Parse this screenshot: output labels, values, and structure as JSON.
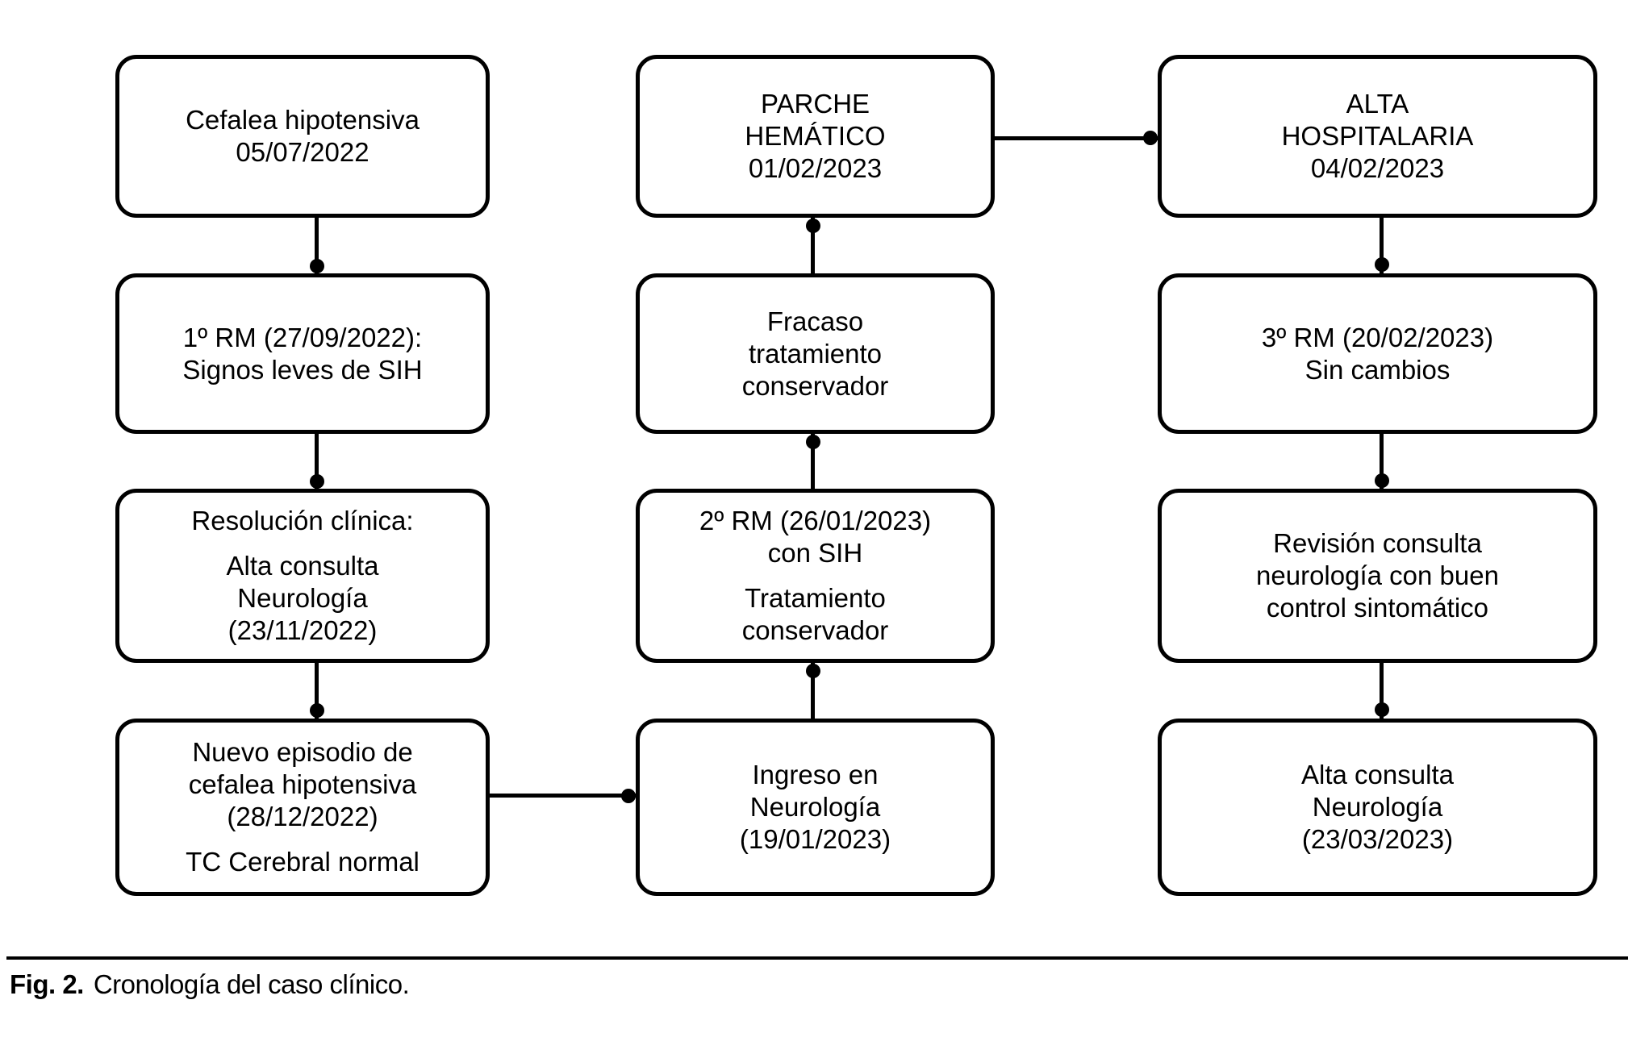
{
  "figure": {
    "caption_label": "Fig. 2.",
    "caption_text": "Cronología del caso clínico.",
    "colors": {
      "ink": "#000000",
      "background": "#ffffff"
    }
  },
  "nodes": [
    {
      "id": "cefalea-hipotensiva",
      "column": 1,
      "row": 1,
      "paragraphs": [
        "Cefalea hipotensiva\n05/07/2022"
      ]
    },
    {
      "id": "rm-1",
      "column": 1,
      "row": 2,
      "paragraphs": [
        "1º RM (27/09/2022):\nSignos leves de SIH"
      ]
    },
    {
      "id": "resolucion-clinica",
      "column": 1,
      "row": 3,
      "paragraphs": [
        "Resolución clínica:",
        "Alta consulta\nNeurología\n(23/11/2022)"
      ]
    },
    {
      "id": "nuevo-episodio",
      "column": 1,
      "row": 4,
      "paragraphs": [
        "Nuevo episodio de\ncefalea hipotensiva\n(28/12/2022)",
        "TC Cerebral normal"
      ]
    },
    {
      "id": "parche-hematico",
      "column": 2,
      "row": 1,
      "paragraphs": [
        "PARCHE\nHEMÁTICO\n01/02/2023"
      ]
    },
    {
      "id": "fracaso-tratamiento",
      "column": 2,
      "row": 2,
      "paragraphs": [
        "Fracaso\ntratamiento\nconservador"
      ]
    },
    {
      "id": "rm-2",
      "column": 2,
      "row": 3,
      "paragraphs": [
        "2º RM (26/01/2023)\ncon SIH",
        "Tratamiento\nconservador"
      ]
    },
    {
      "id": "ingreso-neurologia",
      "column": 2,
      "row": 4,
      "paragraphs": [
        "Ingreso en\nNeurología\n(19/01/2023)"
      ]
    },
    {
      "id": "alta-hospitalaria",
      "column": 3,
      "row": 1,
      "paragraphs": [
        "ALTA\nHOSPITALARIA\n04/02/2023"
      ]
    },
    {
      "id": "rm-3",
      "column": 3,
      "row": 2,
      "paragraphs": [
        "3º RM (20/02/2023)\nSin cambios"
      ]
    },
    {
      "id": "revision-consulta",
      "column": 3,
      "row": 3,
      "paragraphs": [
        "Revisión consulta\nneurología con buen\ncontrol sintomático"
      ]
    },
    {
      "id": "alta-consulta",
      "column": 3,
      "row": 4,
      "paragraphs": [
        "Alta consulta\nNeurología\n(23/03/2023)"
      ]
    }
  ],
  "connections": [
    {
      "from": "cefalea-hipotensiva",
      "to": "rm-1"
    },
    {
      "from": "rm-1",
      "to": "resolucion-clinica"
    },
    {
      "from": "resolucion-clinica",
      "to": "nuevo-episodio"
    },
    {
      "from": "nuevo-episodio",
      "to": "ingreso-neurologia"
    },
    {
      "from": "ingreso-neurologia",
      "to": "rm-2"
    },
    {
      "from": "rm-2",
      "to": "fracaso-tratamiento"
    },
    {
      "from": "fracaso-tratamiento",
      "to": "parche-hematico"
    },
    {
      "from": "parche-hematico",
      "to": "alta-hospitalaria"
    },
    {
      "from": "alta-hospitalaria",
      "to": "rm-3"
    },
    {
      "from": "rm-3",
      "to": "revision-consulta"
    },
    {
      "from": "revision-consulta",
      "to": "alta-consulta"
    }
  ]
}
